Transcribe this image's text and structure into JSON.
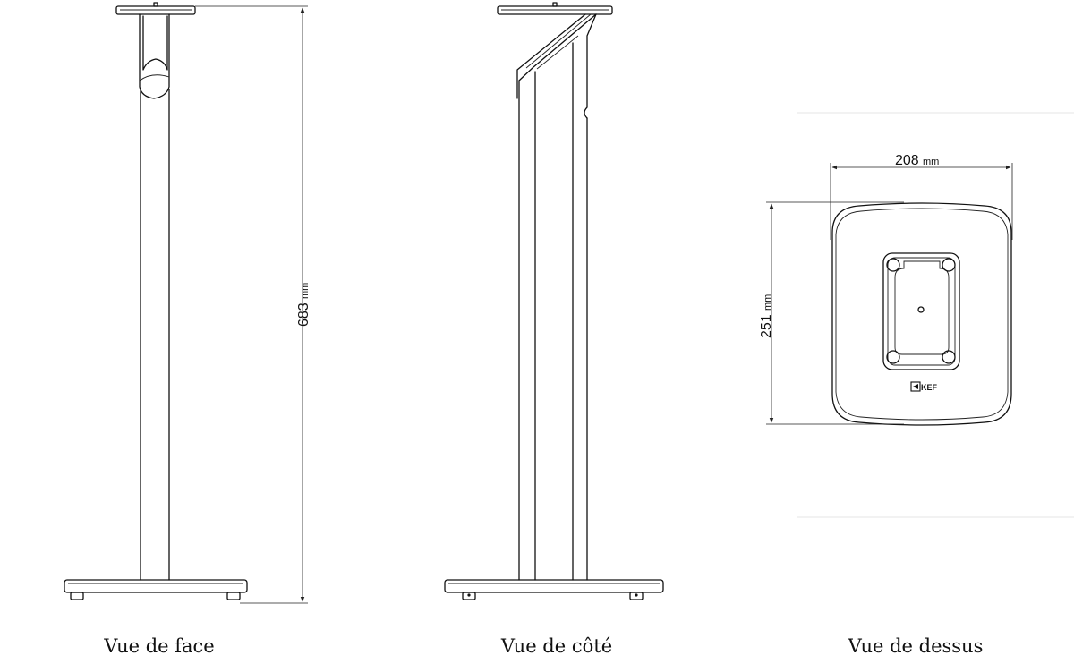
{
  "views": {
    "front": {
      "caption": "Vue de face"
    },
    "side": {
      "caption": "Vue de côté"
    },
    "top": {
      "caption": "Vue de dessus"
    }
  },
  "dimensions": {
    "height": {
      "value": "683",
      "unit": "mm"
    },
    "width": {
      "value": "208",
      "unit": "mm"
    },
    "depth": {
      "value": "251",
      "unit": "mm"
    }
  },
  "brand_logo": "KEF",
  "colors": {
    "line": "#111111",
    "background": "#ffffff",
    "frame_line": "#e6e6e6"
  }
}
